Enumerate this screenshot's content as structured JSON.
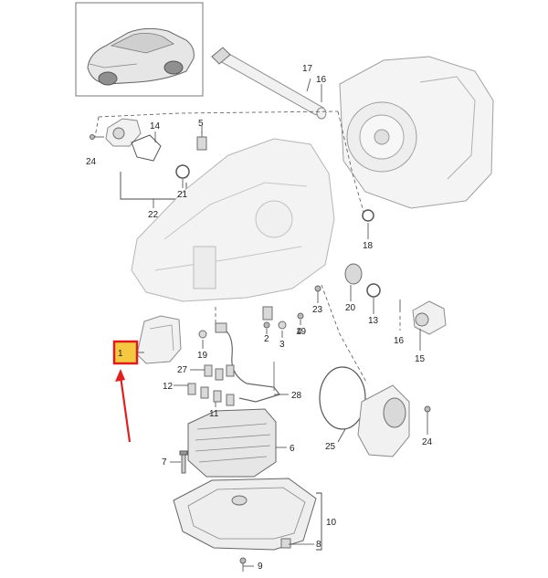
{
  "callouts": {
    "c1": "1",
    "c2": "2",
    "c3": "3",
    "c4": "4",
    "c5": "5",
    "c6": "6",
    "c7": "7",
    "c8": "8",
    "c9": "9",
    "c10": "10",
    "c11": "11",
    "c12": "12",
    "c13": "13",
    "c14": "14",
    "c15": "15",
    "c16a": "16",
    "c16b": "16",
    "c17": "17",
    "c18": "18",
    "c19a": "19",
    "c19b": "19",
    "c20": "20",
    "c21": "21",
    "c22": "22",
    "c23": "23",
    "c24a": "24",
    "c24b": "24",
    "c25": "25",
    "c27": "27",
    "c28": "28"
  },
  "colors": {
    "highlight_fill": "#f5c842",
    "highlight_border": "#d91f1f",
    "arrow": "#e02020"
  },
  "icons": {
    "vehicle_thumbnail": "car-icon",
    "pointer": "arrow-up-icon"
  }
}
